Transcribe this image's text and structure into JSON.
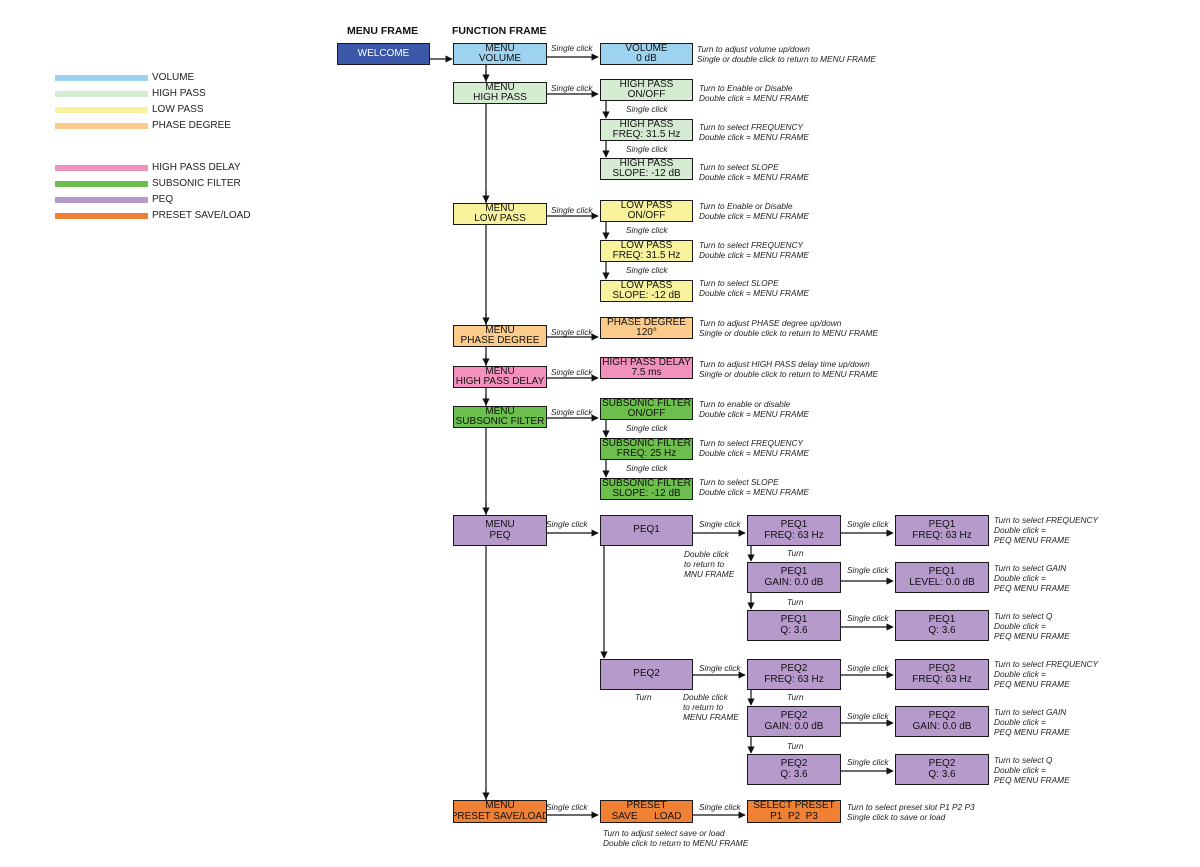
{
  "colors": {
    "volume": "#9dd3ee",
    "high_pass": "#d6ecd2",
    "low_pass": "#f8f29d",
    "phase": "#fbcb8c",
    "hp_delay": "#f391bd",
    "subsonic": "#6cbf4c",
    "peq": "#b69acb",
    "preset": "#f08033",
    "welcome": "#3b57a7"
  },
  "legend": [
    {
      "label": "VOLUME",
      "color_key": "volume"
    },
    {
      "label": "HIGH PASS",
      "color_key": "high_pass"
    },
    {
      "label": "LOW PASS",
      "color_key": "low_pass"
    },
    {
      "label": "PHASE DEGREE",
      "color_key": "phase"
    },
    {
      "label": "HIGH PASS DELAY",
      "color_key": "hp_delay"
    },
    {
      "label": "SUBSONIC FILTER",
      "color_key": "subsonic"
    },
    {
      "label": "PEQ",
      "color_key": "peq"
    },
    {
      "label": "PRESET SAVE/LOAD",
      "color_key": "preset"
    }
  ],
  "headers": {
    "menu_frame": "MENU FRAME",
    "function_frame": "FUNCTION FRAME"
  },
  "boxes": {
    "welcome": {
      "lines": [
        "WELCOME"
      ],
      "color_key": "welcome"
    },
    "menu_volume": {
      "lines": [
        "MENU",
        "VOLUME"
      ],
      "color_key": "volume"
    },
    "volume": {
      "lines": [
        "VOLUME",
        "0 dB"
      ],
      "color_key": "volume"
    },
    "menu_high_pass": {
      "lines": [
        "MENU",
        "HIGH PASS"
      ],
      "color_key": "high_pass"
    },
    "hp_onoff": {
      "lines": [
        "HIGH PASS",
        "ON/OFF"
      ],
      "color_key": "high_pass"
    },
    "hp_freq": {
      "lines": [
        "HIGH PASS",
        "FREQ: 31.5 Hz"
      ],
      "color_key": "high_pass"
    },
    "hp_slope": {
      "lines": [
        "HIGH PASS",
        "SLOPE: -12 dB"
      ],
      "color_key": "high_pass"
    },
    "menu_low_pass": {
      "lines": [
        "MENU",
        "LOW PASS"
      ],
      "color_key": "low_pass"
    },
    "lp_onoff": {
      "lines": [
        "LOW PASS",
        "ON/OFF"
      ],
      "color_key": "low_pass"
    },
    "lp_freq": {
      "lines": [
        "LOW PASS",
        "FREQ: 31.5 Hz"
      ],
      "color_key": "low_pass"
    },
    "lp_slope": {
      "lines": [
        "LOW PASS",
        "SLOPE: -12 dB"
      ],
      "color_key": "low_pass"
    },
    "menu_phase": {
      "lines": [
        "MENU",
        "PHASE DEGREE"
      ],
      "color_key": "phase"
    },
    "phase": {
      "lines": [
        "PHASE DEGREE",
        "120°"
      ],
      "color_key": "phase"
    },
    "menu_hp_delay": {
      "lines": [
        "MENU",
        "HIGH PASS DELAY"
      ],
      "color_key": "hp_delay"
    },
    "hp_delay": {
      "lines": [
        "HIGH PASS DELAY",
        "7.5 ms"
      ],
      "color_key": "hp_delay"
    },
    "menu_subsonic": {
      "lines": [
        "MENU",
        "SUBSONIC FILTER"
      ],
      "color_key": "subsonic"
    },
    "sub_onoff": {
      "lines": [
        "SUBSONIC FILTER",
        "ON/OFF"
      ],
      "color_key": "subsonic"
    },
    "sub_freq": {
      "lines": [
        "SUBSONIC FILTER",
        "FREQ: 25 Hz"
      ],
      "color_key": "subsonic"
    },
    "sub_slope": {
      "lines": [
        "SUBSONIC FILTER",
        "SLOPE: -12 dB"
      ],
      "color_key": "subsonic"
    },
    "menu_peq": {
      "lines": [
        "MENU",
        "PEQ"
      ],
      "color_key": "peq"
    },
    "peq1": {
      "lines": [
        "PEQ1"
      ],
      "color_key": "peq"
    },
    "peq1_freq_a": {
      "lines": [
        "PEQ1",
        "FREQ: 63 Hz"
      ],
      "color_key": "peq"
    },
    "peq1_freq_b": {
      "lines": [
        "PEQ1",
        "FREQ: 63 Hz"
      ],
      "color_key": "peq"
    },
    "peq1_gain_a": {
      "lines": [
        "PEQ1",
        "GAIN: 0.0 dB"
      ],
      "color_key": "peq"
    },
    "peq1_level_b": {
      "lines": [
        "PEQ1",
        "LEVEL: 0.0 dB"
      ],
      "color_key": "peq"
    },
    "peq1_q_a": {
      "lines": [
        "PEQ1",
        "Q: 3.6"
      ],
      "color_key": "peq"
    },
    "peq1_q_b": {
      "lines": [
        "PEQ1",
        "Q: 3.6"
      ],
      "color_key": "peq"
    },
    "peq2": {
      "lines": [
        "PEQ2"
      ],
      "color_key": "peq"
    },
    "peq2_freq_a": {
      "lines": [
        "PEQ2",
        "FREQ: 63 Hz"
      ],
      "color_key": "peq"
    },
    "peq2_freq_b": {
      "lines": [
        "PEQ2",
        "FREQ: 63 Hz"
      ],
      "color_key": "peq"
    },
    "peq2_gain_a": {
      "lines": [
        "PEQ2",
        "GAIN: 0.0 dB"
      ],
      "color_key": "peq"
    },
    "peq2_gain_b": {
      "lines": [
        "PEQ2",
        "GAIN: 0.0 dB"
      ],
      "color_key": "peq"
    },
    "peq2_q_a": {
      "lines": [
        "PEQ2",
        "Q: 3.6"
      ],
      "color_key": "peq"
    },
    "peq2_q_b": {
      "lines": [
        "PEQ2",
        "Q: 3.6"
      ],
      "color_key": "peq"
    },
    "menu_preset": {
      "lines": [
        "MENU",
        "PRESET SAVE/LOAD"
      ],
      "color_key": "preset"
    },
    "preset": {
      "lines": [
        "PRESET",
        "SAVE      LOAD"
      ],
      "color_key": "preset"
    },
    "select_preset": {
      "lines": [
        "SELECT PRESET",
        "P1  P2  P3"
      ],
      "color_key": "preset"
    }
  },
  "annotations": {
    "volume": [
      "Turn to adjust volume up/down",
      "Single or double click to return to MENU FRAME"
    ],
    "hp_onoff": [
      "Turn to Enable or Disable",
      "Double click = MENU FRAME"
    ],
    "hp_freq": [
      "Turn to select FREQUENCY",
      "Double click = MENU FRAME"
    ],
    "hp_slope": [
      "Turn to select SLOPE",
      "Double click = MENU FRAME"
    ],
    "lp_onoff": [
      "Turn to Enable or Disable",
      "Double click = MENU FRAME"
    ],
    "lp_freq": [
      "Turn to select FREQUENCY",
      "Double click = MENU FRAME"
    ],
    "lp_slope": [
      "Turn to select SLOPE",
      "Double click = MENU FRAME"
    ],
    "phase": [
      "Turn to adjust PHASE degree up/down",
      "Single or double click to return to MENU FRAME"
    ],
    "hp_delay": [
      "Turn to adjust HIGH PASS delay time up/down",
      "Single or double click to return to MENU FRAME"
    ],
    "sub_onoff": [
      "Turn to enable or disable",
      "Double click = MENU FRAME"
    ],
    "sub_freq": [
      "Turn to select FREQUENCY",
      "Double click = MENU FRAME"
    ],
    "sub_slope": [
      "Turn to select SLOPE",
      "Double click = MENU FRAME"
    ],
    "peq1_freq": [
      "Turn to select FREQUENCY",
      "Double click =",
      "PEQ MENU FRAME"
    ],
    "peq1_gain": [
      "Turn to select GAIN",
      "Double click =",
      "PEQ MENU FRAME"
    ],
    "peq1_q": [
      "Turn to select Q",
      "Double click =",
      "PEQ MENU FRAME"
    ],
    "peq2_freq": [
      "Turn to select FREQUENCY",
      "Double click =",
      "PEQ MENU FRAME"
    ],
    "peq2_gain": [
      "Turn to select GAIN",
      "Double click =",
      "PEQ MENU FRAME"
    ],
    "peq2_q": [
      "Turn to select Q",
      "Double click =",
      "PEQ MENU FRAME"
    ],
    "peq1_return": [
      "Double click",
      "to return to",
      "MNU FRAME"
    ],
    "peq2_return": [
      "Double click",
      "to return to",
      "MENU FRAME"
    ],
    "select_preset": [
      "Turn to select preset slot P1 P2 P3",
      "Single click to save or load"
    ],
    "preset_below": [
      "Turn to adjust select save or load",
      "Double click to return to MENU FRAME"
    ]
  },
  "edge_labels": {
    "single_click": "Single click",
    "turn": "Turn"
  }
}
